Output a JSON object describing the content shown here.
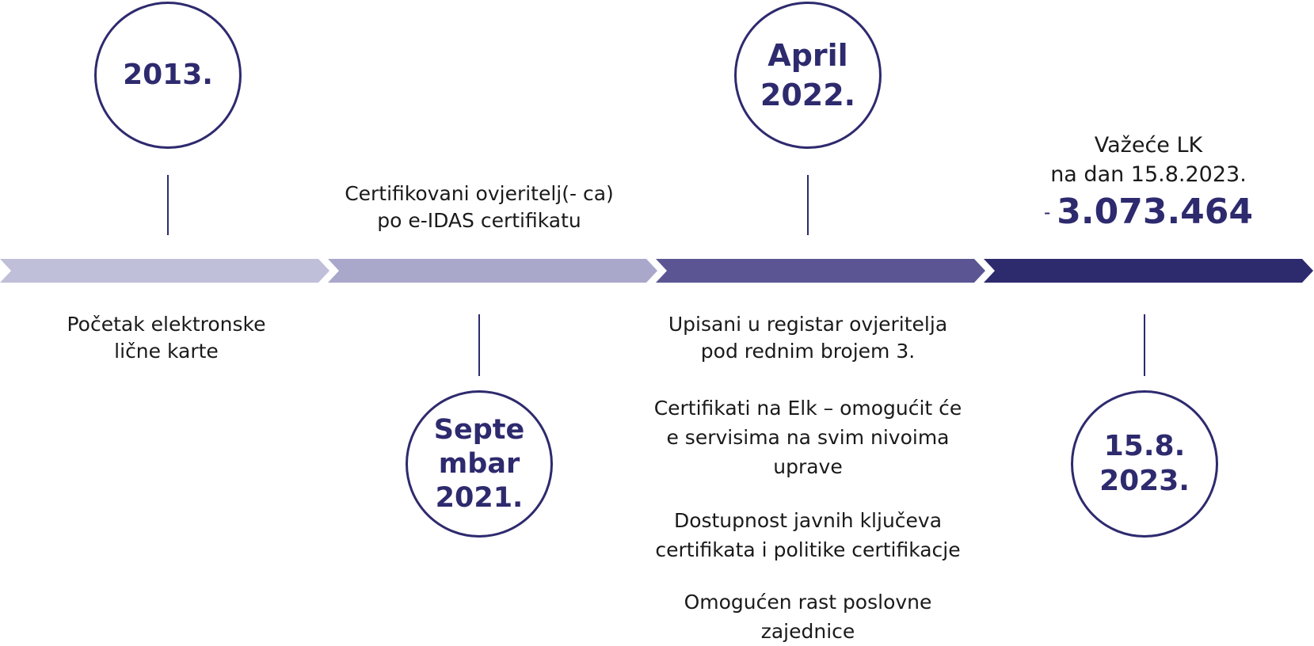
{
  "colors": {
    "primary": "#2e2a6e",
    "arrow_1": "#c0bfd9",
    "arrow_2": "#a9a7ca",
    "arrow_3": "#5b5693",
    "arrow_4": "#2e2a6e"
  },
  "milestones": [
    {
      "date_lines": [
        "2013."
      ]
    },
    {
      "date_lines": [
        "Septe",
        "mbar",
        "2021."
      ]
    },
    {
      "date_lines": [
        "April",
        "2022."
      ]
    },
    {
      "date_lines": [
        "15.8.",
        "2023."
      ]
    }
  ],
  "notes": {
    "start_eid": [
      "Početak elektronske",
      "lične karte"
    ],
    "certified": [
      "Certifikovani ovjeritelj(- ca)",
      "po e-IDAS certifikatu"
    ],
    "registry": [
      "Upisani u registar ovjeritelja",
      "pod rednim brojem 3."
    ],
    "elk_certs": [
      "Certifikati na Elk – omogućit će",
      "e servisima na svim nivoima",
      "uprave"
    ],
    "public_keys": [
      "Dostupnost javnih ključeva",
      "certifikata i politike certifikacje"
    ],
    "business": [
      "Omogućen rast poslovne",
      "zajednice"
    ],
    "valid_ids": [
      "Važeće LK",
      "na dan 15.8.2023."
    ]
  },
  "valid_ids_count": {
    "prefix": "-",
    "value": "3.073.464"
  }
}
